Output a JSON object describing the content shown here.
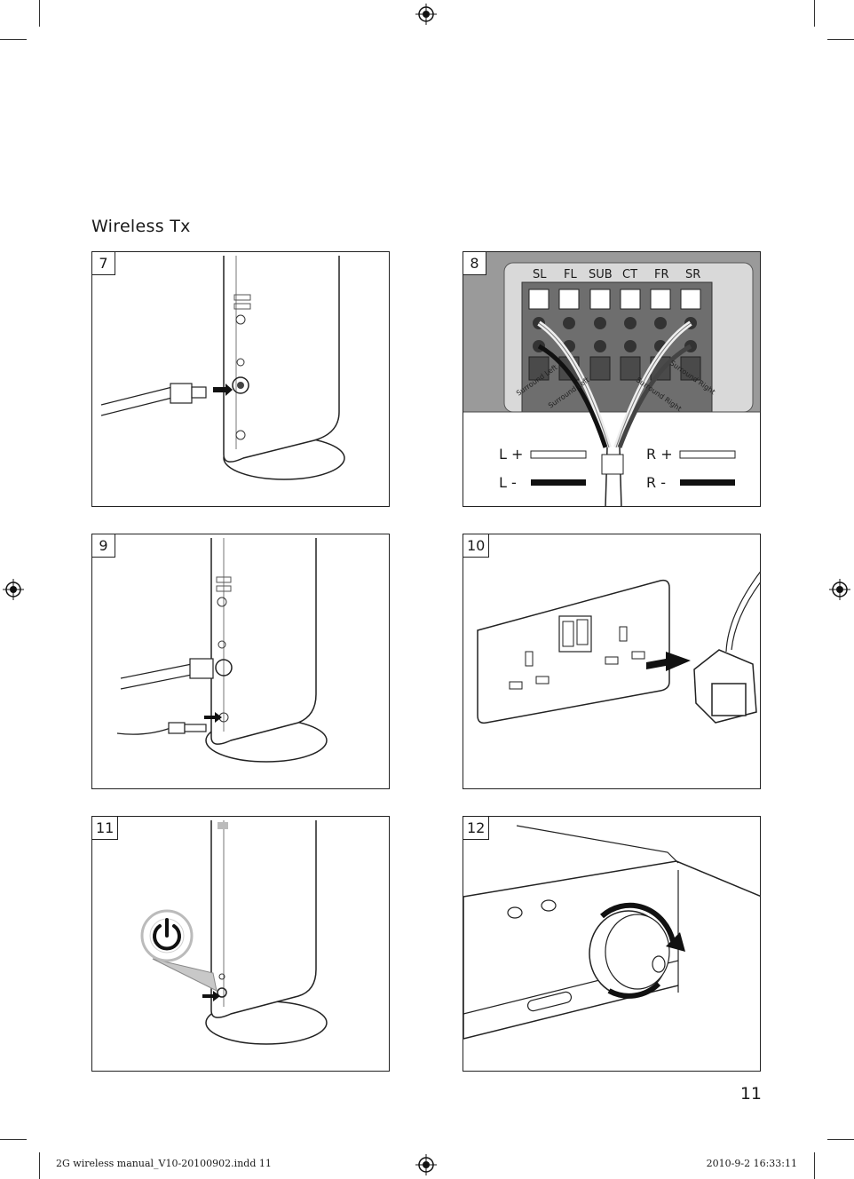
{
  "section_title": "Wireless Tx",
  "page_number": "11",
  "steps": [
    "7",
    "8",
    "9",
    "10",
    "11",
    "12"
  ],
  "step8": {
    "channels": [
      "SL",
      "FL",
      "SUB",
      "CT",
      "FR",
      "SR"
    ],
    "wire_labels": [
      "Surround Left",
      "Surround Left",
      "Surround Right",
      "Surround Right"
    ],
    "left_plus": "L +",
    "left_minus": "L -",
    "right_plus": "R +",
    "right_minus": "R -"
  },
  "footer": {
    "file": "2G wireless manual_V10-20100902.indd   11",
    "timestamp": "2010-9-2   16:33:11"
  }
}
